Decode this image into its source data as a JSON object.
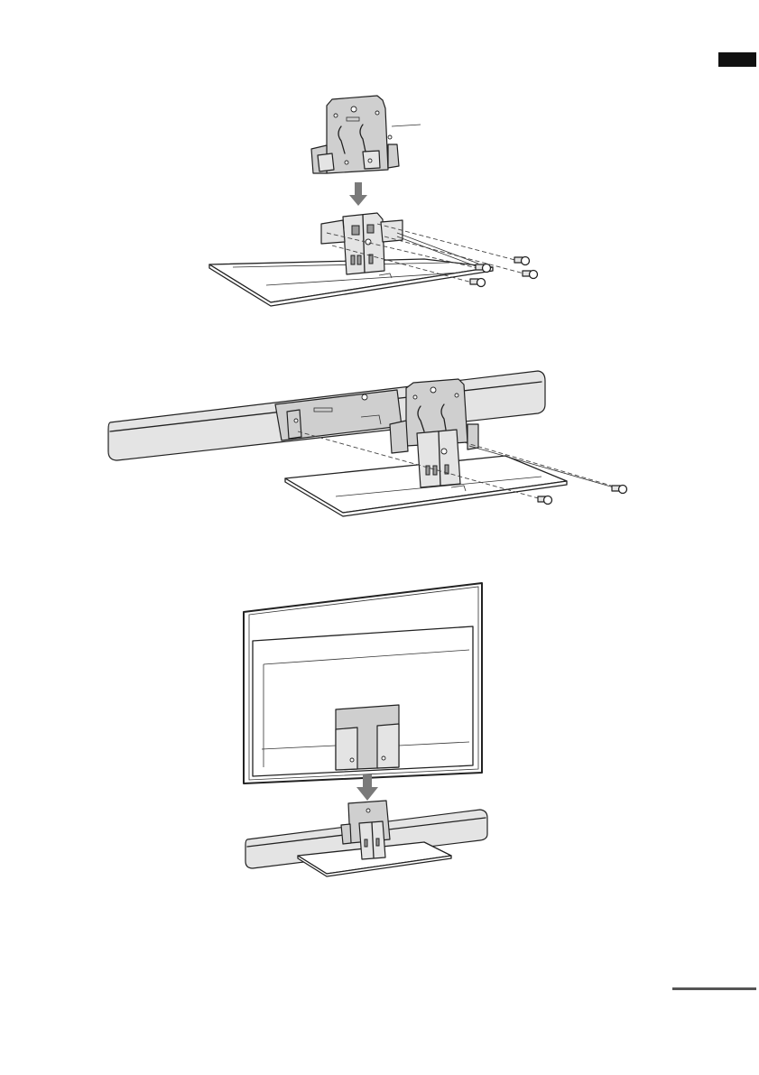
{
  "page": {
    "language_tab_color": "#111111",
    "continued_rule_color": "#555555"
  },
  "figures": [
    {
      "id": "step-1",
      "content": "bracket-attached-to-stand-neck-with-screws"
    },
    {
      "id": "step-2",
      "content": "speaker-bar-attached-to-stand-with-screws"
    },
    {
      "id": "step-3",
      "content": "tv-lowered-onto-stand-assembly"
    }
  ],
  "icons": [
    "down-arrow-icon",
    "screw-icon"
  ]
}
